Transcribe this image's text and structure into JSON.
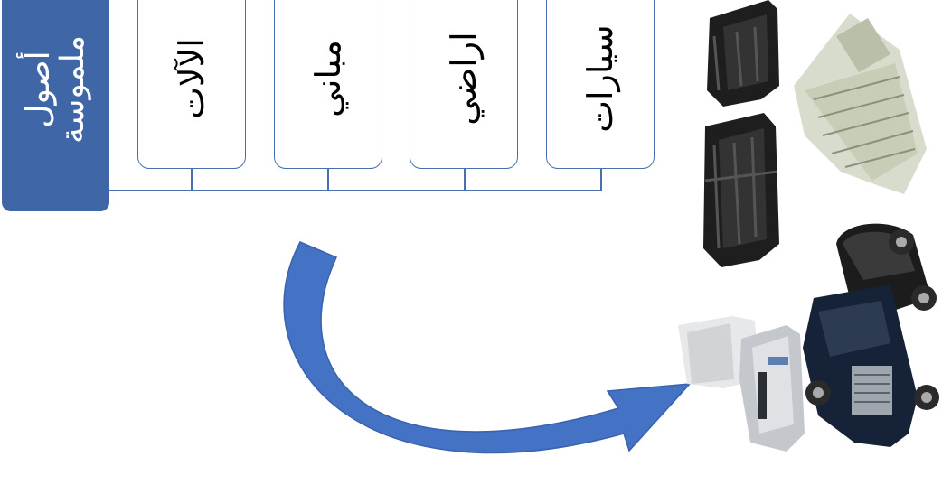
{
  "root": {
    "label": "أصول\nملموسة"
  },
  "categories": [
    {
      "label": "الآلات"
    },
    {
      "label": "مباني"
    },
    {
      "label": "اراضي"
    },
    {
      "label": "سيارات"
    }
  ],
  "colors": {
    "root_fill": "#3f66a6",
    "box_border": "#4a6fb0",
    "connector": "#4a6fb0",
    "arrow": "#4472c4"
  },
  "images": [
    "sofa-icon",
    "office-building-icon",
    "tanker-truck-icon",
    "printer-icon"
  ]
}
